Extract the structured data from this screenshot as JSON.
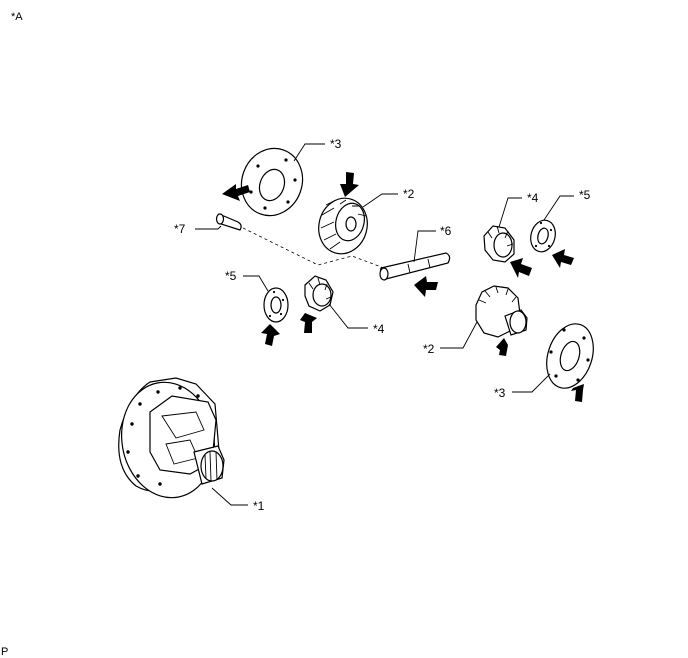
{
  "view_tag": "*A",
  "footer_code": "P",
  "callouts": [
    {
      "id": "c1",
      "text": "*1"
    },
    {
      "id": "c2a",
      "text": "*2"
    },
    {
      "id": "c2b",
      "text": "*2"
    },
    {
      "id": "c3a",
      "text": "*3"
    },
    {
      "id": "c3b",
      "text": "*3"
    },
    {
      "id": "c4a",
      "text": "*4"
    },
    {
      "id": "c4b",
      "text": "*4"
    },
    {
      "id": "c5a",
      "text": "*5"
    },
    {
      "id": "c5b",
      "text": "*5"
    },
    {
      "id": "c6",
      "text": "*6"
    },
    {
      "id": "c7",
      "text": "*7"
    }
  ]
}
